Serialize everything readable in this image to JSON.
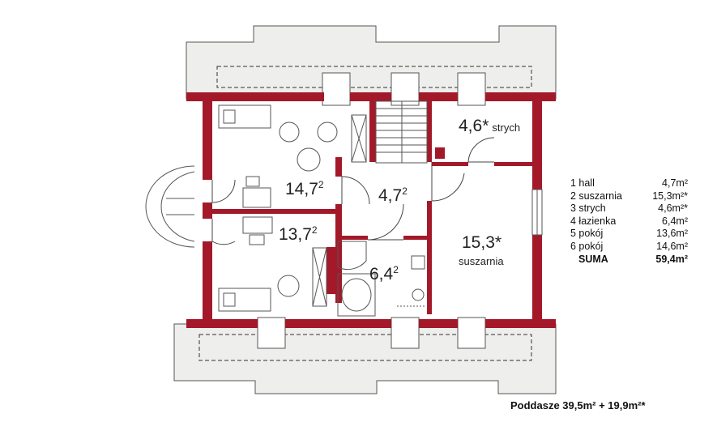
{
  "rooms": {
    "r1": {
      "num": "14,7",
      "sup": "2"
    },
    "r2": {
      "num": "13,7",
      "sup": "2"
    },
    "r3": {
      "num": "4,7",
      "sup": "2"
    },
    "r4": {
      "num": "6,4",
      "sup": "2"
    },
    "r5": {
      "num": "4,6*",
      "name": "strych"
    },
    "r6": {
      "num": "15,3*",
      "name": "suszarnia"
    }
  },
  "legend": [
    {
      "name": "1 hall",
      "area": "4,7m²"
    },
    {
      "name": "2 suszarnia",
      "area": "15,3m²*"
    },
    {
      "name": "3 strych",
      "area": "4,6m²*"
    },
    {
      "name": "4 łazienka",
      "area": "6,4m²"
    },
    {
      "name": "5 pokój",
      "area": "13,6m²"
    },
    {
      "name": "6 pokój",
      "area": "14,6m²"
    },
    {
      "name": "SUMA",
      "area": "59,4m²"
    }
  ],
  "caption": "Poddasze  39,5m² + 19,9m²*",
  "colors": {
    "wall": "#a3192a",
    "roof": "#eeeeec",
    "line": "#444444"
  }
}
